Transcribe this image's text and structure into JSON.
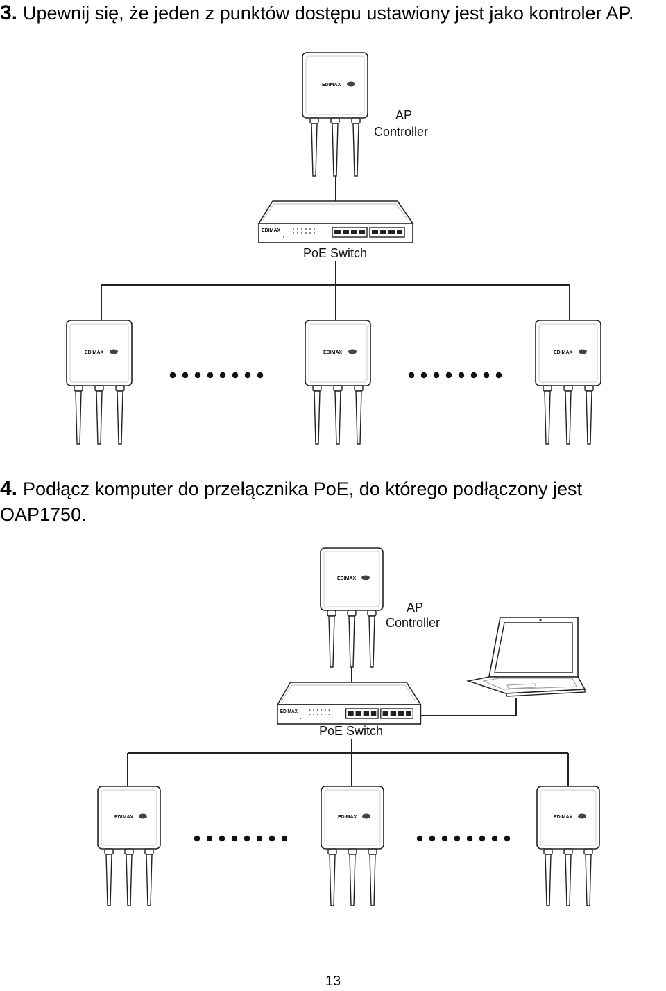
{
  "step3": {
    "number": "3.",
    "text": "Upewnij się, że jeden z punktów dostępu ustawiony jest jako kontroler AP."
  },
  "step4": {
    "number": "4.",
    "text": "Podłącz komputer do przełącznika PoE, do którego podłączony jest OAP1750."
  },
  "diagram1": {
    "controller_label_line1": "AP",
    "controller_label_line2": "Controller",
    "switch_label": "PoE Switch",
    "brand": "EDIMAX"
  },
  "diagram2": {
    "controller_label_line1": "AP",
    "controller_label_line2": "Controller",
    "switch_label": "PoE Switch",
    "brand": "EDIMAX"
  },
  "page_number": "13"
}
